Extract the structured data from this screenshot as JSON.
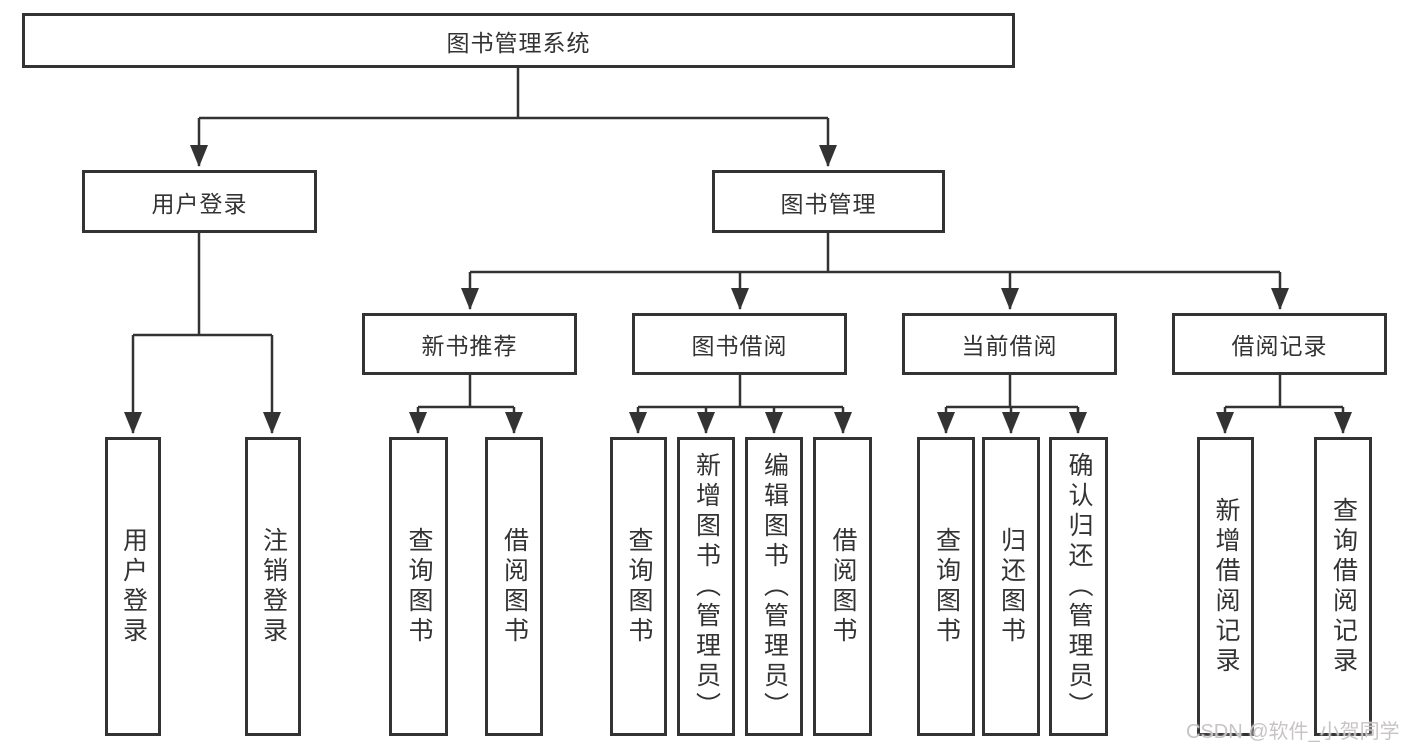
{
  "diagram": {
    "type": "tree",
    "root": {
      "label": "图书管理系统"
    },
    "level2": [
      {
        "label": "用户登录",
        "parent": "图书管理系统"
      },
      {
        "label": "图书管理",
        "parent": "图书管理系统"
      }
    ],
    "level3": [
      {
        "label": "新书推荐",
        "parent": "图书管理"
      },
      {
        "label": "图书借阅",
        "parent": "图书管理"
      },
      {
        "label": "当前借阅",
        "parent": "图书管理"
      },
      {
        "label": "借阅记录",
        "parent": "图书管理"
      }
    ],
    "level4": [
      {
        "label": "用户登录",
        "parent": "用户登录"
      },
      {
        "label": "注销登录",
        "parent": "用户登录"
      },
      {
        "label": "查询图书",
        "parent": "新书推荐"
      },
      {
        "label": "借阅图书",
        "parent": "新书推荐"
      },
      {
        "label": "查询图书",
        "parent": "图书借阅"
      },
      {
        "label": "新增图书（管理员）",
        "parent": "图书借阅"
      },
      {
        "label": "编辑图书（管理员）",
        "parent": "图书借阅"
      },
      {
        "label": "借阅图书",
        "parent": "图书借阅"
      },
      {
        "label": "查询图书",
        "parent": "当前借阅"
      },
      {
        "label": "归还图书",
        "parent": "当前借阅"
      },
      {
        "label": "确认归还（管理员）",
        "parent": "当前借阅"
      },
      {
        "label": "新增借阅记录",
        "parent": "借阅记录"
      },
      {
        "label": "查询借阅记录",
        "parent": "借阅记录"
      }
    ],
    "colors": {
      "line": "#333333",
      "box_border": "#333333",
      "text": "#333333",
      "background": "#ffffff",
      "watermark": "#c8c4c4"
    }
  },
  "watermark": {
    "text": "CSDN @软件_小贺同学"
  }
}
